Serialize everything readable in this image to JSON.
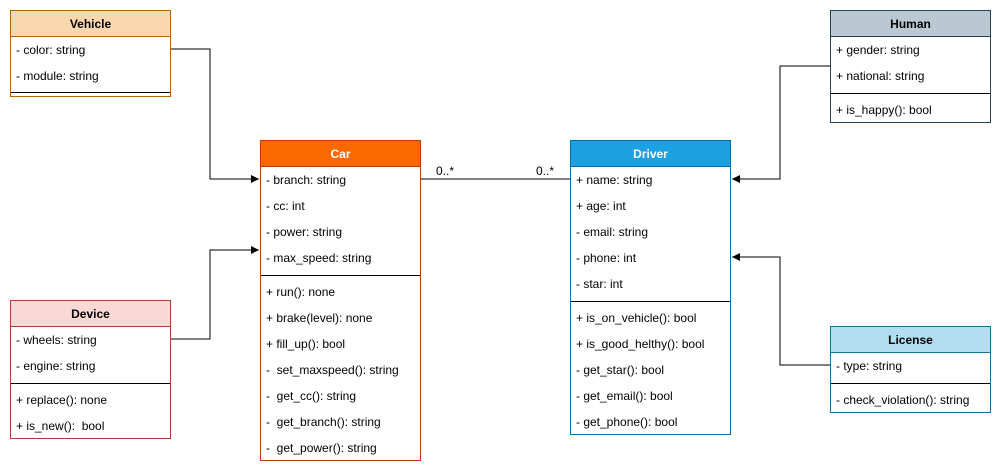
{
  "colors": {
    "vehicle": {
      "header_bg": "#fad7ac",
      "border": "#b46504"
    },
    "car": {
      "header_bg": "#fa6800",
      "border": "#c73500",
      "header_text": "#ffffff"
    },
    "device": {
      "header_bg": "#fad9d5",
      "border": "#ae4132"
    },
    "driver": {
      "header_bg": "#1ba1e2",
      "border": "#006eaf",
      "header_text": "#ffffff"
    },
    "human": {
      "header_bg": "#bac8d3",
      "border": "#23445d"
    },
    "license": {
      "header_bg": "#b1ddf0",
      "border": "#10739e"
    }
  },
  "classes": {
    "vehicle": {
      "name": "Vehicle",
      "attributes": [
        "- color: string",
        "- module: string"
      ],
      "methods": []
    },
    "car": {
      "name": "Car",
      "attributes": [
        "- branch: string",
        "- cc: int",
        "- power: string",
        "- max_speed: string"
      ],
      "methods": [
        "+ run(): none",
        "+ brake(level): none",
        "+ fill_up(): bool",
        "-  set_maxspeed(): string",
        "-  get_cc(): string",
        "-  get_branch(): string",
        "-  get_power(): string"
      ]
    },
    "device": {
      "name": "Device",
      "attributes": [
        "- wheels: string",
        "- engine: string"
      ],
      "methods": [
        "+ replace(): none",
        "+ is_new():  bool"
      ]
    },
    "driver": {
      "name": "Driver",
      "attributes": [
        "+ name: string",
        "+ age: int",
        "- email: string",
        "- phone: int",
        "- star: int"
      ],
      "methods": [
        "+ is_on_vehicle(): bool",
        "+ is_good_helthy(): bool",
        "- get_star(): bool",
        "- get_email(): bool",
        "- get_phone(): bool"
      ]
    },
    "human": {
      "name": "Human",
      "attributes": [
        "+ gender: string",
        "+ national: string"
      ],
      "methods": [
        "+ is_happy(): bool"
      ]
    },
    "license": {
      "name": "License",
      "attributes": [
        "- type: string"
      ],
      "methods": [
        "- check_violation(): string"
      ]
    }
  },
  "associations": [
    {
      "from": "Vehicle",
      "to": "Car",
      "type": "arrow"
    },
    {
      "from": "Device",
      "to": "Car",
      "type": "arrow"
    },
    {
      "from": "Car",
      "to": "Driver",
      "type": "association",
      "multiplicity_left": "0..*",
      "multiplicity_right": "0..*"
    },
    {
      "from": "Human",
      "to": "Driver",
      "type": "arrow"
    },
    {
      "from": "License",
      "to": "Driver",
      "type": "arrow"
    }
  ]
}
